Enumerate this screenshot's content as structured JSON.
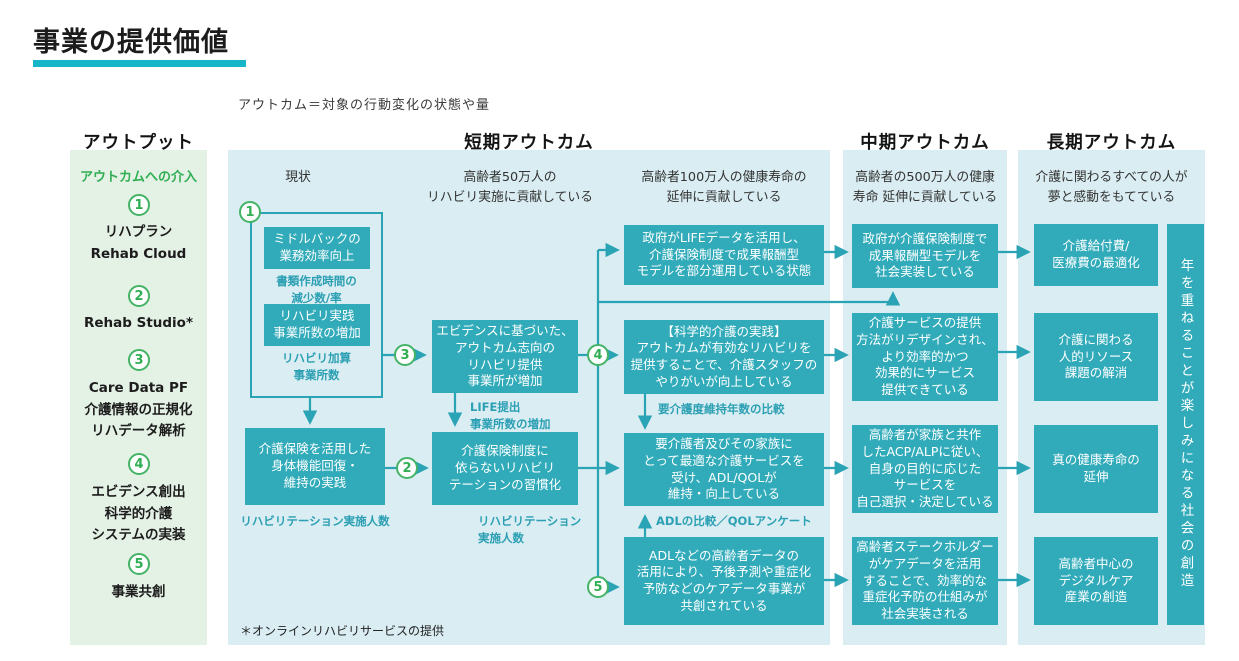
{
  "page": {
    "title": "事業の提供価値",
    "legend": "アウトカム＝対象の行動変化の状態や量",
    "footnote": "＊オンラインリハビリサービスの提供"
  },
  "colors": {
    "accent_teal": "#16b5c8",
    "box_teal": "#31abba",
    "panel_blue": "#d9edf2",
    "panel_green": "#e4f1e5",
    "green": "#2fae53"
  },
  "output": {
    "header": "アウトプット",
    "intro": "アウトカムへの介入",
    "items": [
      {
        "num": "1",
        "label": "リハプラン\nRehab Cloud"
      },
      {
        "num": "2",
        "label": "Rehab Studio*"
      },
      {
        "num": "3",
        "label": "Care Data PF\n介護情報の正規化\nリハデータ解析"
      },
      {
        "num": "4",
        "label": "エビデンス創出\n科学的介護\nシステムの実装"
      },
      {
        "num": "5",
        "label": "事業共創"
      }
    ]
  },
  "short": {
    "header": "短期アウトカム",
    "goals": {
      "current": "現状",
      "col2": "高齢者50万人の\nリハビリ実施に貢献している",
      "col3": "高齢者100万人の健康寿命の\n延伸に貢献している"
    },
    "connectors": {
      "c1": "1",
      "c2": "2",
      "c3": "3",
      "c4": "4",
      "c5": "5"
    },
    "current": {
      "box1": "ミドルバックの\n業務効率向上",
      "metric1": "書類作成時間の\n減少数/率",
      "box2": "リハビリ実践\n事業所数の増加",
      "metric2": "リハビリ加算\n事業所数",
      "box3": "介護保険を活用した\n身体機能回復・\n維持の実践",
      "metric3": "リハビリテーション実施人数"
    },
    "col2": {
      "box1": "エビデンスに基づいた、\nアウトカム志向の\nリハビリ提供\n事業所が増加",
      "metric1": "LIFE提出\n事業所数の増加",
      "box2": "介護保険制度に\n依らないリハビリ\nテーションの習慣化",
      "metric2": "リハビリテーション\n実施人数"
    },
    "col3": {
      "box1": "政府がLIFEデータを活用し、\n介護保険制度で成果報酬型\nモデルを部分運用している状態",
      "box2": "【科学的介護の実践】\nアウトカムが有効なリハビリを\n提供することで、介護スタッフの\nやりがいが向上している",
      "metric2": "要介護度維持年数の比較",
      "box3": "要介護者及びその家族に\nとって最適な介護サービスを\n受け、ADL/QOLが\n維持・向上している",
      "metric3": "ADLの比較／QOLアンケート",
      "box4": "ADLなどの高齢者データの\n活用により、予後予測や重症化\n予防などのケアデータ事業が\n共創されている"
    }
  },
  "mid": {
    "header": "中期アウトカム",
    "goal": "高齢者の500万人の健康\n寿命 延伸に貢献している",
    "boxes": [
      "政府が介護保険制度で\n成果報酬型モデルを\n社会実装している",
      "介護サービスの提供\n方法がリデザインされ、\nより効率的かつ\n効果的にサービス\n提供できている",
      "高齢者が家族と共作\nしたACP/ALPに従い、\n自身の目的に応じた\nサービスを\n自己選択・決定している",
      "高齢者ステークホルダー\nがケアデータを活用\nすることで、効率的な\n重症化予防の仕組みが\n社会実装される"
    ]
  },
  "long": {
    "header": "長期アウトカム",
    "goal": "介護に関わるすべての人が\n夢と感動をもてている",
    "boxes": [
      "介護給付費/\n医療費の最適化",
      "介護に関わる\n人的リソース\n課題の解消",
      "真の健康寿命の\n延伸",
      "高齢者中心の\nデジタルケア\n産業の創造"
    ],
    "vision": "年を重ねることが楽しみになる社会の創造"
  }
}
